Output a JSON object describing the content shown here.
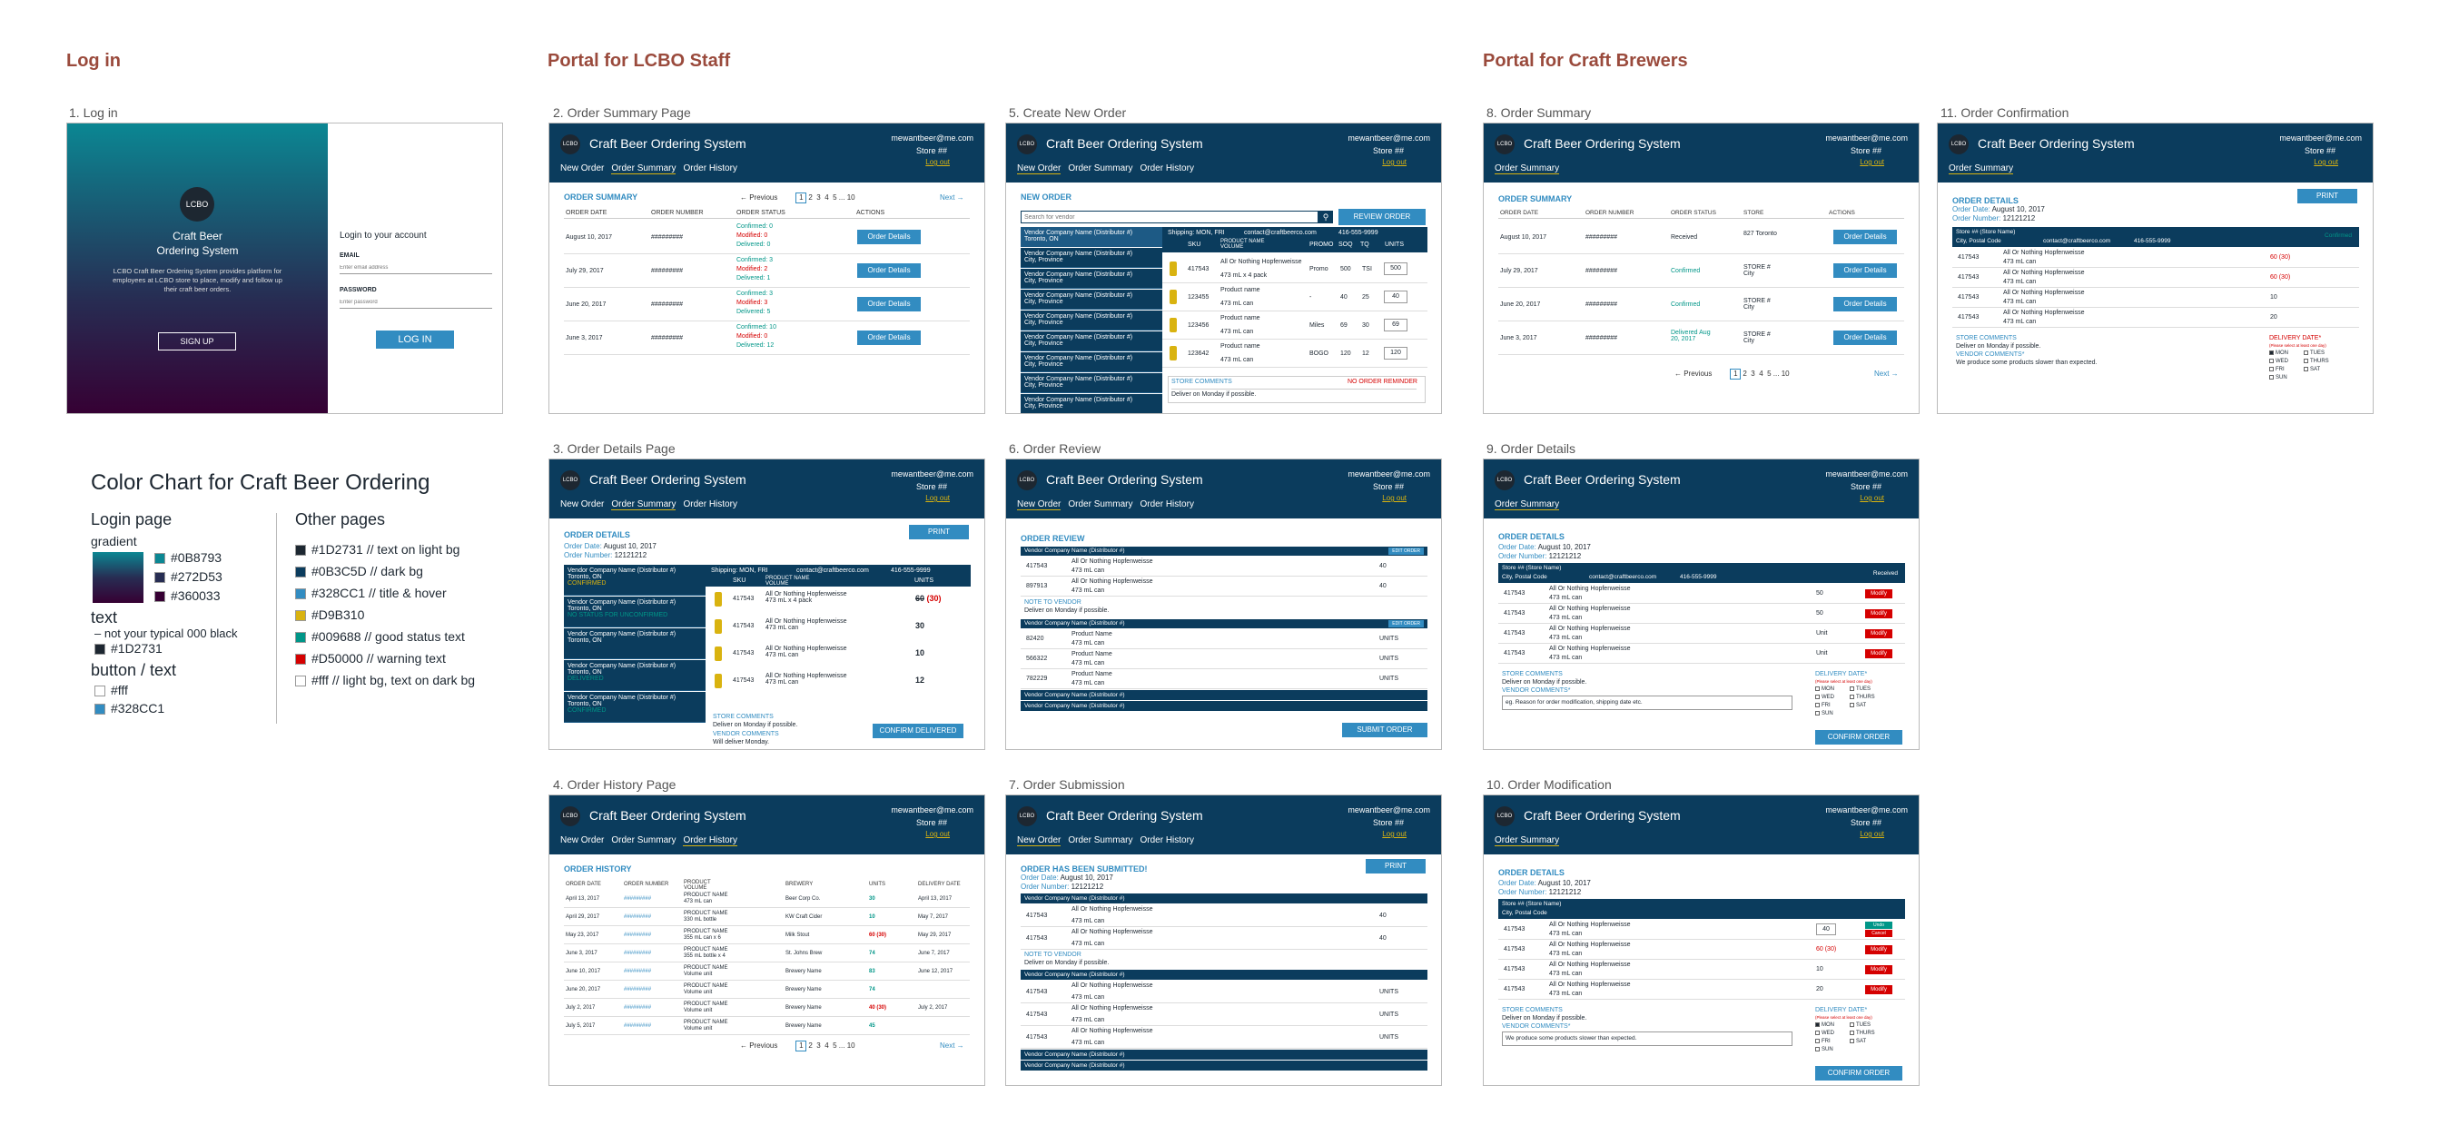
{
  "sections": {
    "login": "Log in",
    "staff": "Portal for LCBO Staff",
    "brewers": "Portal for Craft Brewers"
  },
  "captions": {
    "c1": "1. Log in",
    "c2": "2. Order Summary Page",
    "c3": "3. Order Details Page",
    "c4": "4. Order History Page",
    "c5": "5. Create New Order",
    "c6": "6. Order Review",
    "c7": "7. Order Submission",
    "c8": "8. Order Summary",
    "c9": "9. Order Details",
    "c10": "10. Order Modification",
    "c11": "11. Order Confirmation"
  },
  "colors": {
    "gradient_top": "#0B8793",
    "gradient_mid": "#272D53",
    "gradient_bottom": "#360033",
    "text": "#1D2731",
    "dark_bg": "#0B3C5D",
    "accent": "#328CC1",
    "underline": "#D9B310",
    "good": "#009688",
    "warning": "#D50000"
  },
  "login": {
    "logo": "LCBO",
    "app_line1": "Craft Beer",
    "app_line2": "Ordering System",
    "desc": "LCBO Craft Beer Ordering System provides platform for employees at LCBO store to place, modify and follow up their craft beer orders.",
    "signup": "SIGN UP",
    "heading": "Login to your account",
    "email_label": "EMAIL",
    "email_placeholder": "Enter email address",
    "password_label": "PASSWORD",
    "password_placeholder": "Enter password",
    "login_btn": "LOG IN"
  },
  "header": {
    "logo": "LCBO",
    "app": "Craft Beer Ordering System",
    "email": "mewantbeer@me.com",
    "store": "Store ##",
    "logout": "Log out",
    "nav": [
      "New Order",
      "Order Summary",
      "Order History"
    ]
  },
  "colorchart": {
    "title": "Color Chart for Craft Beer Ordering",
    "login_head": "Login page",
    "gradient_label": "gradient",
    "g1": "#0B8793",
    "g2": "#272D53",
    "g3": "#360033",
    "text_head": "text",
    "text_note": "– not your typical 000 black",
    "text_color": "#1D2731",
    "btn_head": "button / text",
    "btn1": "#fff",
    "btn2": "#328CC1",
    "other_head": "Other pages",
    "o1": "#1D2731 // text on light bg",
    "o2": "#0B3C5D // dark bg",
    "o3": "#328CC1 // title & hover",
    "o4": "#D9B310",
    "o5": "#009688 // good status text",
    "o6": "#D50000 // warning text",
    "o7": "#fff // light bg, text on dark bg"
  },
  "summary": {
    "title": "ORDER SUMMARY",
    "prev": "← Previous",
    "next": "Next →",
    "pages": [
      "1",
      "2",
      "3",
      "4",
      "5",
      "...",
      "10"
    ],
    "headers": [
      "ORDER DATE",
      "ORDER NUMBER",
      "ORDER STATUS",
      "ACTIONS"
    ],
    "rows": [
      {
        "date": "August 10, 2017",
        "num": "#########",
        "s1": "Confirmed: 0",
        "s2": "Modified: 0",
        "s3": "Delivered: 0"
      },
      {
        "date": "July 29, 2017",
        "num": "#########",
        "s1": "Confirmed: 3",
        "s2": "Modified: 2",
        "s3": "Delivered: 1"
      },
      {
        "date": "June 20, 2017",
        "num": "#########",
        "s1": "Confirmed: 3",
        "s2": "Modified: 3",
        "s3": "Delivered: 5"
      },
      {
        "date": "June 3, 2017",
        "num": "#########",
        "s1": "Confirmed: 10",
        "s2": "Modified: 0",
        "s3": "Delivered: 12"
      }
    ],
    "action": "Order Details"
  },
  "brewer_summary": {
    "headers": [
      "ORDER DATE",
      "ORDER NUMBER",
      "ORDER STATUS",
      "STORE",
      "ACTIONS"
    ],
    "rows": [
      {
        "date": "August 10, 2017",
        "num": "#########",
        "status": "Received",
        "store": "827 Toronto"
      },
      {
        "date": "July 29, 2017",
        "num": "#########",
        "status": "Confirmed",
        "store": "STORE # City"
      },
      {
        "date": "June 20, 2017",
        "num": "#########",
        "status": "Confirmed",
        "store": "STORE # City"
      },
      {
        "date": "June 3, 2017",
        "num": "#########",
        "status": "Delivered Aug 20, 2017",
        "store": "STORE # City"
      }
    ]
  },
  "details": {
    "title": "ORDER DETAILS",
    "print": "PRINT",
    "date_label": "Order Date:",
    "date": "August 10, 2017",
    "num_label": "Order Number:",
    "num": "12121212",
    "vendor": "Vendor Company Name (Distributor #)",
    "city": "Toronto, ON",
    "shipping": "Shipping: MON, FRI",
    "email": "contact@craftbeerco.com",
    "phone": "416-555-9999",
    "cols": [
      "SKU",
      "PRODUCT NAME VOLUME",
      "UNITS"
    ],
    "items": [
      {
        "sku": "417543",
        "name": "All Or Nothing Hopfenweisse",
        "vol": "473 mL x 4 pack",
        "units": "60",
        "units2": "(30)"
      },
      {
        "sku": "417543",
        "name": "All Or Nothing Hopfenweisse",
        "vol": "473 mL can",
        "units": "30",
        "units2": ""
      },
      {
        "sku": "417543",
        "name": "All Or Nothing Hopfenweisse",
        "vol": "473 mL can",
        "units": "10",
        "units2": ""
      },
      {
        "sku": "417543",
        "name": "All Or Nothing Hopfenweisse",
        "vol": "473 mL can",
        "units": "12",
        "units2": ""
      }
    ],
    "store_comments": "STORE COMMENTS",
    "store_comment": "Deliver on Monday if possible.",
    "vendor_comments": "VENDOR COMMENTS",
    "vendor_comment": "Will deliver Monday.",
    "confirm": "CONFIRM DELIVERED",
    "statuses": [
      "CONFIRMED",
      "NO STATUS FOR UNCONFIRMED",
      "",
      "DELIVERED",
      "CONFIRMED"
    ]
  },
  "history": {
    "title": "ORDER HISTORY",
    "headers": [
      "ORDER DATE",
      "ORDER NUMBER",
      "PRODUCT VOLUME",
      "BREWERY",
      "UNITS",
      "DELIVERY DATE"
    ],
    "rows": [
      {
        "date": "April 13, 2017",
        "num": "#########",
        "prod": "PRODUCT NAME 473 mL can",
        "brew": "Beer Corp Co.",
        "units": "30",
        "del": "April 13, 2017"
      },
      {
        "date": "April 29, 2017",
        "num": "#########",
        "prod": "PRODUCT NAME 330 mL bottle",
        "brew": "KW Craft Cider",
        "units": "10",
        "del": "May 7, 2017"
      },
      {
        "date": "May 23, 2017",
        "num": "#########",
        "prod": "PRODUCT NAME 355 mL can x 6",
        "brew": "Milk Stout",
        "units": "60 (30)",
        "del": "May 29, 2017"
      },
      {
        "date": "June 3, 2017",
        "num": "#########",
        "prod": "PRODUCT NAME 355 mL bottle x 4",
        "brew": "St. Johns Brew",
        "units": "74",
        "del": "June 7, 2017"
      },
      {
        "date": "June 10, 2017",
        "num": "#########",
        "prod": "PRODUCT NAME Volume unit",
        "brew": "Brewery Name",
        "units": "83",
        "del": "June 12, 2017"
      },
      {
        "date": "June 20, 2017",
        "num": "#########",
        "prod": "PRODUCT NAME Volume unit",
        "brew": "Brewery Name",
        "units": "74",
        "del": ""
      },
      {
        "date": "July 2, 2017",
        "num": "#########",
        "prod": "PRODUCT NAME Volume unit",
        "brew": "Brewery Name",
        "units": "40 (30)",
        "del": "July 2, 2017"
      },
      {
        "date": "July 5, 2017",
        "num": "#########",
        "prod": "PRODUCT NAME Volume unit",
        "brew": "Brewery Name",
        "units": "45",
        "del": ""
      }
    ]
  },
  "neworder": {
    "title": "NEW ORDER",
    "search": "Search for vendor",
    "review": "REVIEW ORDER",
    "vendor": "Vendor Company Name (Distributor #)",
    "city1": "Toronto, ON",
    "city2": "City, Province",
    "shipping": "Shipping: MON, FRI",
    "email": "contact@craftbeerco.com",
    "phone": "416-555-9999",
    "cols": [
      "SKU",
      "PRODUCT NAME VOLUME",
      "PROMO",
      "SOQ",
      "TQ",
      "UNITS"
    ],
    "items": [
      {
        "sku": "417543",
        "name": "All Or Nothing Hopfenweisse",
        "vol": "473 mL x 4 pack",
        "promo": "Promo",
        "soq": "500",
        "tq": "TSI",
        "units": "500"
      },
      {
        "sku": "123455",
        "name": "Product name",
        "vol": "473 mL can",
        "promo": "-",
        "soq": "40",
        "tq": "25",
        "units": "40"
      },
      {
        "sku": "123456",
        "name": "Product name",
        "vol": "473 mL can",
        "promo": "Miles",
        "soq": "69",
        "tq": "30",
        "units": "69"
      },
      {
        "sku": "123642",
        "name": "Product name",
        "vol": "473 mL can",
        "promo": "BOGO",
        "soq": "120",
        "tq": "12",
        "units": "120"
      }
    ],
    "store_comments": "STORE COMMENTS",
    "reminder": "NO ORDER REMINDER",
    "comment": "Deliver on Monday if possible."
  },
  "review": {
    "title": "ORDER REVIEW",
    "vendor": "Vendor Company Name (Distributor #)",
    "edit": "EDIT ORDER",
    "g1": [
      {
        "sku": "417543",
        "name": "All Or Nothing Hopfenweisse",
        "vol": "473 mL can",
        "units": "40"
      },
      {
        "sku": "897913",
        "name": "All Or Nothing Hopfenweisse",
        "vol": "473 mL can",
        "units": "40"
      }
    ],
    "note": "NOTE TO VENDOR",
    "note_text": "Deliver on Monday if possible.",
    "g2": [
      {
        "sku": "82420",
        "name": "Product Name",
        "vol": "473 mL can",
        "units": "UNITS"
      },
      {
        "sku": "566322",
        "name": "Product Name",
        "vol": "473 mL can",
        "units": "UNITS"
      },
      {
        "sku": "782229",
        "name": "Product Name",
        "vol": "473 mL can",
        "units": "UNITS"
      }
    ],
    "submit": "SUBMIT ORDER"
  },
  "submission": {
    "title": "ORDER HAS BEEN SUBMITTED!",
    "print": "PRINT",
    "g1": [
      {
        "sku": "417543",
        "name": "All Or Nothing Hopfenweisse",
        "vol": "473 mL can",
        "units": "40"
      },
      {
        "sku": "417543",
        "name": "All Or Nothing Hopfenweisse",
        "vol": "473 mL can",
        "units": "40"
      }
    ],
    "note": "NOTE TO VENDOR",
    "note_text": "Deliver on Monday if possible.",
    "g2": [
      {
        "sku": "417543",
        "name": "All Or Nothing Hopfenweisse",
        "vol": "473 mL can",
        "units": "UNITS"
      },
      {
        "sku": "417543",
        "name": "All Or Nothing Hopfenweisse",
        "vol": "473 mL can",
        "units": "UNITS"
      },
      {
        "sku": "417543",
        "name": "All Or Nothing Hopfenweisse",
        "vol": "473 mL can",
        "units": "UNITS"
      }
    ]
  },
  "brewer_details": {
    "store": "Store ## (Store Name)",
    "city": "City, Postal Code",
    "email": "contact@craftbeerco.com",
    "phone": "416-555-9999",
    "received": "Received",
    "confirmed": "Confirmed",
    "items": [
      {
        "sku": "417543",
        "name": "All Or Nothing Hopfenweisse",
        "vol": "473 mL can",
        "units": "50"
      },
      {
        "sku": "417543",
        "name": "All Or Nothing Hopfenweisse",
        "vol": "473 mL can",
        "units": "50"
      },
      {
        "sku": "417543",
        "name": "All Or Nothing Hopfenweisse",
        "vol": "473 mL can",
        "units": "Unit"
      },
      {
        "sku": "417543",
        "name": "All Or Nothing Hopfenweisse",
        "vol": "473 mL can",
        "units": "Unit"
      }
    ],
    "modify": "Modify",
    "undo": "Undo",
    "cancel": "Cancel",
    "store_comments": "STORE COMMENTS",
    "store_comment": "Deliver on Monday if possible.",
    "vendor_comments": "VENDOR COMMENTS*",
    "placeholder": "eg. Reason for order modification, shipping date etc.",
    "delivery": "DELIVERY DATE*",
    "delivery_note": "(Please select at least one day)",
    "days": [
      "MON",
      "TUES",
      "WED",
      "THURS",
      "FRI",
      "SAT",
      "SUN"
    ],
    "confirm": "CONFIRM ORDER",
    "mod_units": [
      "40",
      "60 (30)",
      "10",
      "20"
    ],
    "mod_comment": "We produce some products slower than expected."
  },
  "confirmation": {
    "units": [
      "60 (30)",
      "60 (30)",
      "10",
      "20"
    ]
  }
}
